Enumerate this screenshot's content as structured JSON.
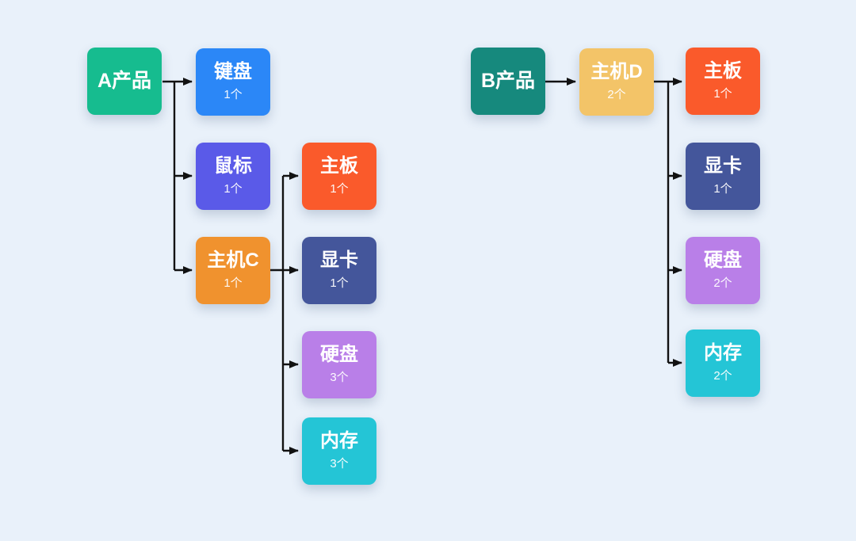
{
  "diagram": {
    "background_color": "#E9F1FA",
    "connector_color": "#121212",
    "text_color": "#FFFFFF"
  },
  "nodes": {
    "a_product": {
      "label": "A产品",
      "color": "#16BC8F"
    },
    "a_keyboard": {
      "label": "键盘",
      "count": "1个",
      "color": "#2B87F7"
    },
    "a_mouse": {
      "label": "鼠标",
      "count": "1个",
      "color": "#5A5AE8"
    },
    "a_host_c": {
      "label": "主机C",
      "count": "1个",
      "color": "#F0922E"
    },
    "a_mainboard": {
      "label": "主板",
      "count": "1个",
      "color": "#FA5A2B"
    },
    "a_gpu": {
      "label": "显卡",
      "count": "1个",
      "color": "#44569B"
    },
    "a_disk": {
      "label": "硬盘",
      "count": "3个",
      "color": "#B97FE8"
    },
    "a_memory": {
      "label": "内存",
      "count": "3个",
      "color": "#24C5D6"
    },
    "b_product": {
      "label": "B产品",
      "color": "#16897D"
    },
    "b_host_d": {
      "label": "主机D",
      "count": "2个",
      "color": "#F3C468"
    },
    "b_mainboard": {
      "label": "主板",
      "count": "1个",
      "color": "#FA5A2B"
    },
    "b_gpu": {
      "label": "显卡",
      "count": "1个",
      "color": "#44569B"
    },
    "b_disk": {
      "label": "硬盘",
      "count": "2个",
      "color": "#B97FE8"
    },
    "b_memory": {
      "label": "内存",
      "count": "2个",
      "color": "#24C5D6"
    }
  }
}
